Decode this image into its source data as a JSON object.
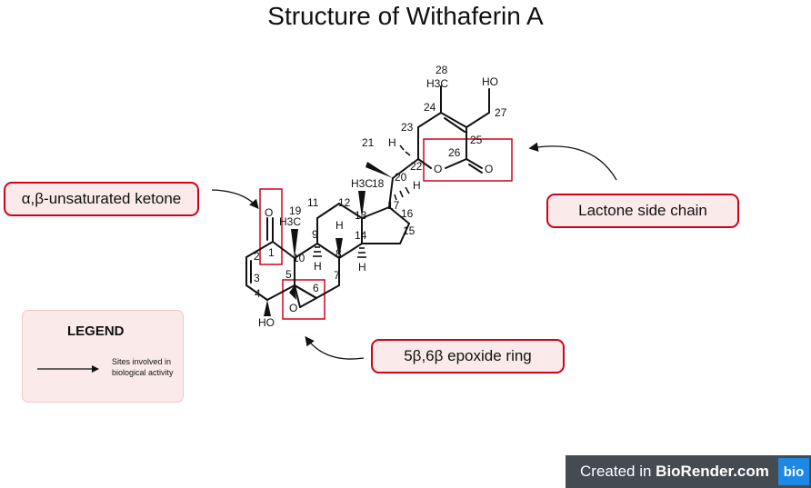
{
  "title": "Structure of Withaferin A",
  "callouts": {
    "ketone": "α,β-unsaturated ketone",
    "lactone": "Lactone side chain",
    "epoxide": "5β,6β epoxide ring"
  },
  "legend": {
    "title": "LEGEND",
    "arrow_text": "Sites involved in biological activity"
  },
  "brand": {
    "prefix": "Created in ",
    "name": "BioRender.com",
    "logo": "bio"
  },
  "molecule": {
    "atom_labels": {
      "H3C_28": "H3C",
      "n28": "28",
      "HO": "HO",
      "n27": "27",
      "n24": "24",
      "n25": "25",
      "n23": "23",
      "n26": "26",
      "n21": "21",
      "H_22": "H",
      "n22": "22",
      "O_ring": "O",
      "O_carbonyl": "O",
      "n20": "20",
      "H3C_18": "H3C",
      "n18": "18",
      "H_17": "H",
      "n17": "17",
      "n12": "12",
      "n11": "11",
      "n13": "13",
      "n16": "16",
      "O_ketone": "O",
      "n19": "19",
      "H3C_19": "H3C",
      "n9": "9",
      "H_8top": "H",
      "n14": "14",
      "n15": "15",
      "n1": "1",
      "n2": "2",
      "n10": "10",
      "n8": "8",
      "H_9": "H",
      "H_14": "H",
      "n3": "3",
      "n5": "5",
      "n7": "7",
      "n6": "6",
      "n4": "4",
      "O_epoxide": "O",
      "HO_bottom": "HO"
    }
  }
}
